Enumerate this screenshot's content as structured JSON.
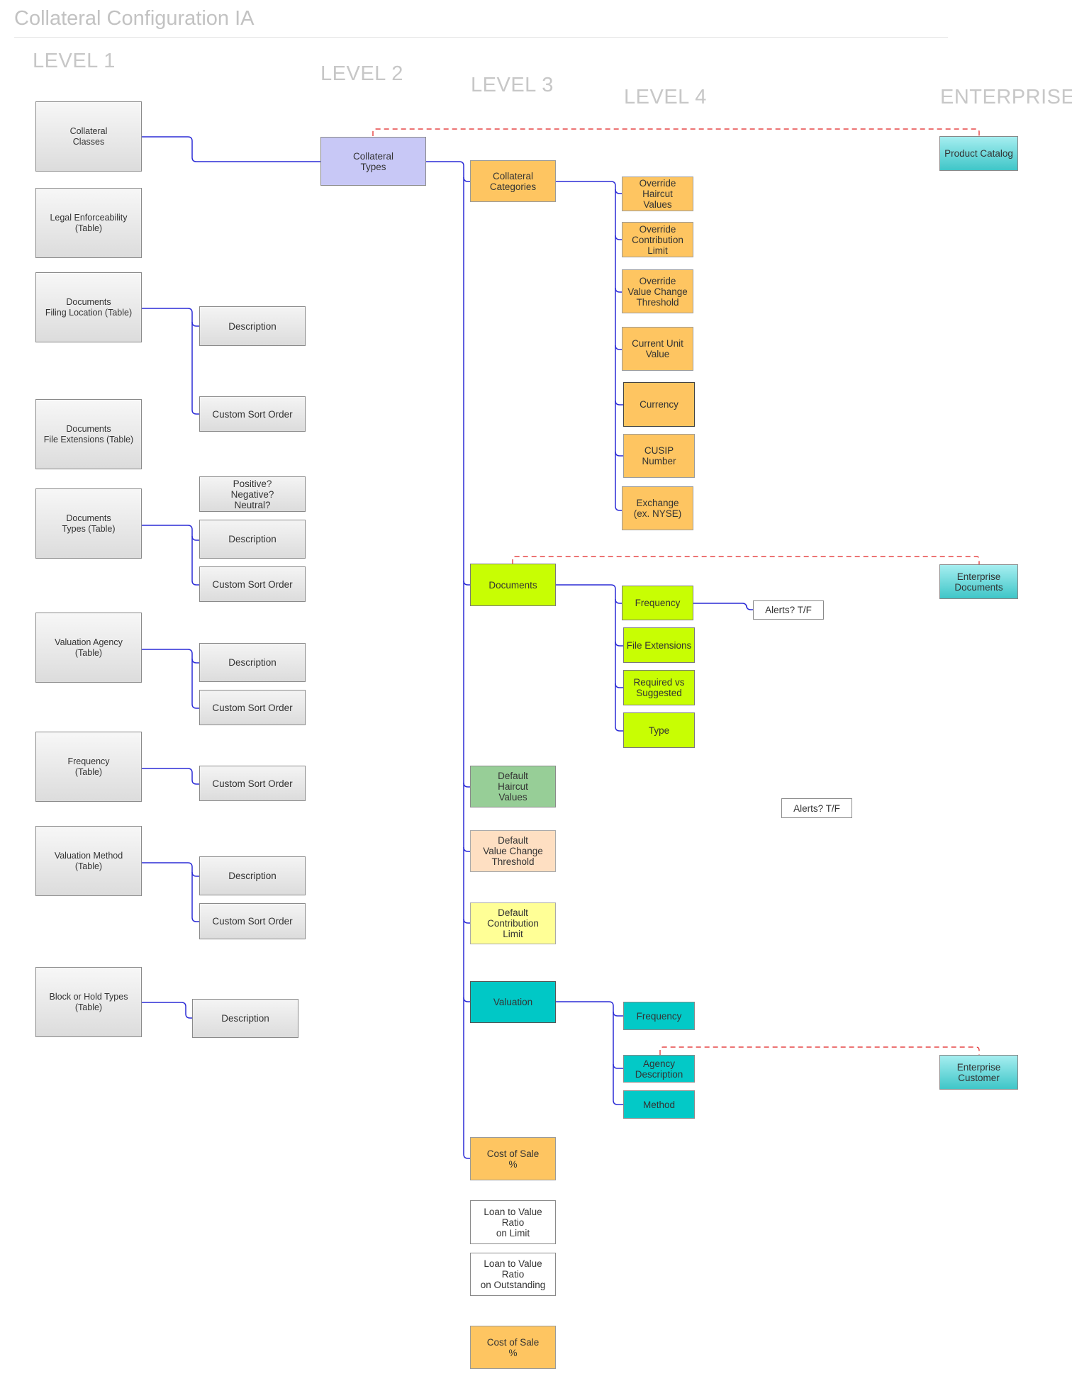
{
  "title": "Collateral Configuration  IA",
  "levels": {
    "l1": "LEVEL 1",
    "l2": "LEVEL 2",
    "l3": "LEVEL 3",
    "l4": "LEVEL 4",
    "enterprise": "ENTERPRISE"
  },
  "nodes": {
    "collateral_classes": "Collateral\nClasses",
    "legal_enforceability": "Legal Enforceability\n(Table)",
    "docs_filing_location": "Documents\nFiling Location (Table)",
    "filing_description": "Description",
    "filing_custom_sort": "Custom Sort Order",
    "docs_file_extensions": "Documents\nFile Extensions (Table)",
    "docs_types": "Documents\nTypes (Table)",
    "types_pos_neg": "Positive?\nNegative?\nNeutral?",
    "types_description": "Description",
    "types_custom_sort": "Custom Sort Order",
    "valuation_agency": "Valuation Agency\n(Table)",
    "agency_description": "Description",
    "agency_custom_sort": "Custom Sort Order",
    "frequency_table": "Frequency\n(Table)",
    "frequency_custom_sort": "Custom Sort Order",
    "valuation_method": "Valuation Method\n(Table)",
    "method_description": "Description",
    "method_custom_sort": "Custom Sort Order",
    "block_hold_types": "Block or Hold Types\n(Table)",
    "block_description": "Description",
    "collateral_types": "Collateral\nTypes",
    "collateral_categories": "Collateral\nCategories",
    "override_haircut": "Override\nHaircut\nValues",
    "override_contribution": "Override\nContribution\nLimit",
    "override_value_change": "Override\nValue Change\nThreshold",
    "current_unit_value": "Current Unit\nValue",
    "currency": "Currency",
    "cusip": "CUSIP\nNumber",
    "exchange": "Exchange\n(ex. NYSE)",
    "documents": "Documents",
    "doc_frequency": "Frequency",
    "alerts_1": "Alerts? T/F",
    "doc_file_extensions": "File Extensions",
    "required_suggested": "Required vs\nSuggested",
    "doc_type": "Type",
    "default_haircut": "Default\nHaircut\nValues",
    "alerts_2": "Alerts? T/F",
    "default_value_change": "Default\nValue Change\nThreshold",
    "default_contribution": "Default\nContribution\nLimit",
    "valuation": "Valuation",
    "val_frequency": "Frequency",
    "agency_desc_l4": "Agency\nDescription",
    "method_l4": "Method",
    "cost_of_sale_1": "Cost of Sale\n%",
    "ltv_limit": "Loan to Value Ratio\non Limit",
    "ltv_outstanding": "Loan to Value Ratio\non Outstanding",
    "cost_of_sale_2": "Cost of Sale\n%",
    "product_catalog": "Product Catalog",
    "enterprise_documents": "Enterprise\nDocuments",
    "enterprise_customer": "Enterprise\nCustomer"
  },
  "colors": {
    "solid_connector": "#2b2bd6",
    "dashed_connector": "#e02020",
    "level2": "#c8c8f6",
    "orange": "#fec561",
    "lime": "#c8fe03",
    "green": "#97ce97",
    "peach": "#fedfc2",
    "yellow": "#ffff96",
    "teal": "#00c8c6"
  }
}
